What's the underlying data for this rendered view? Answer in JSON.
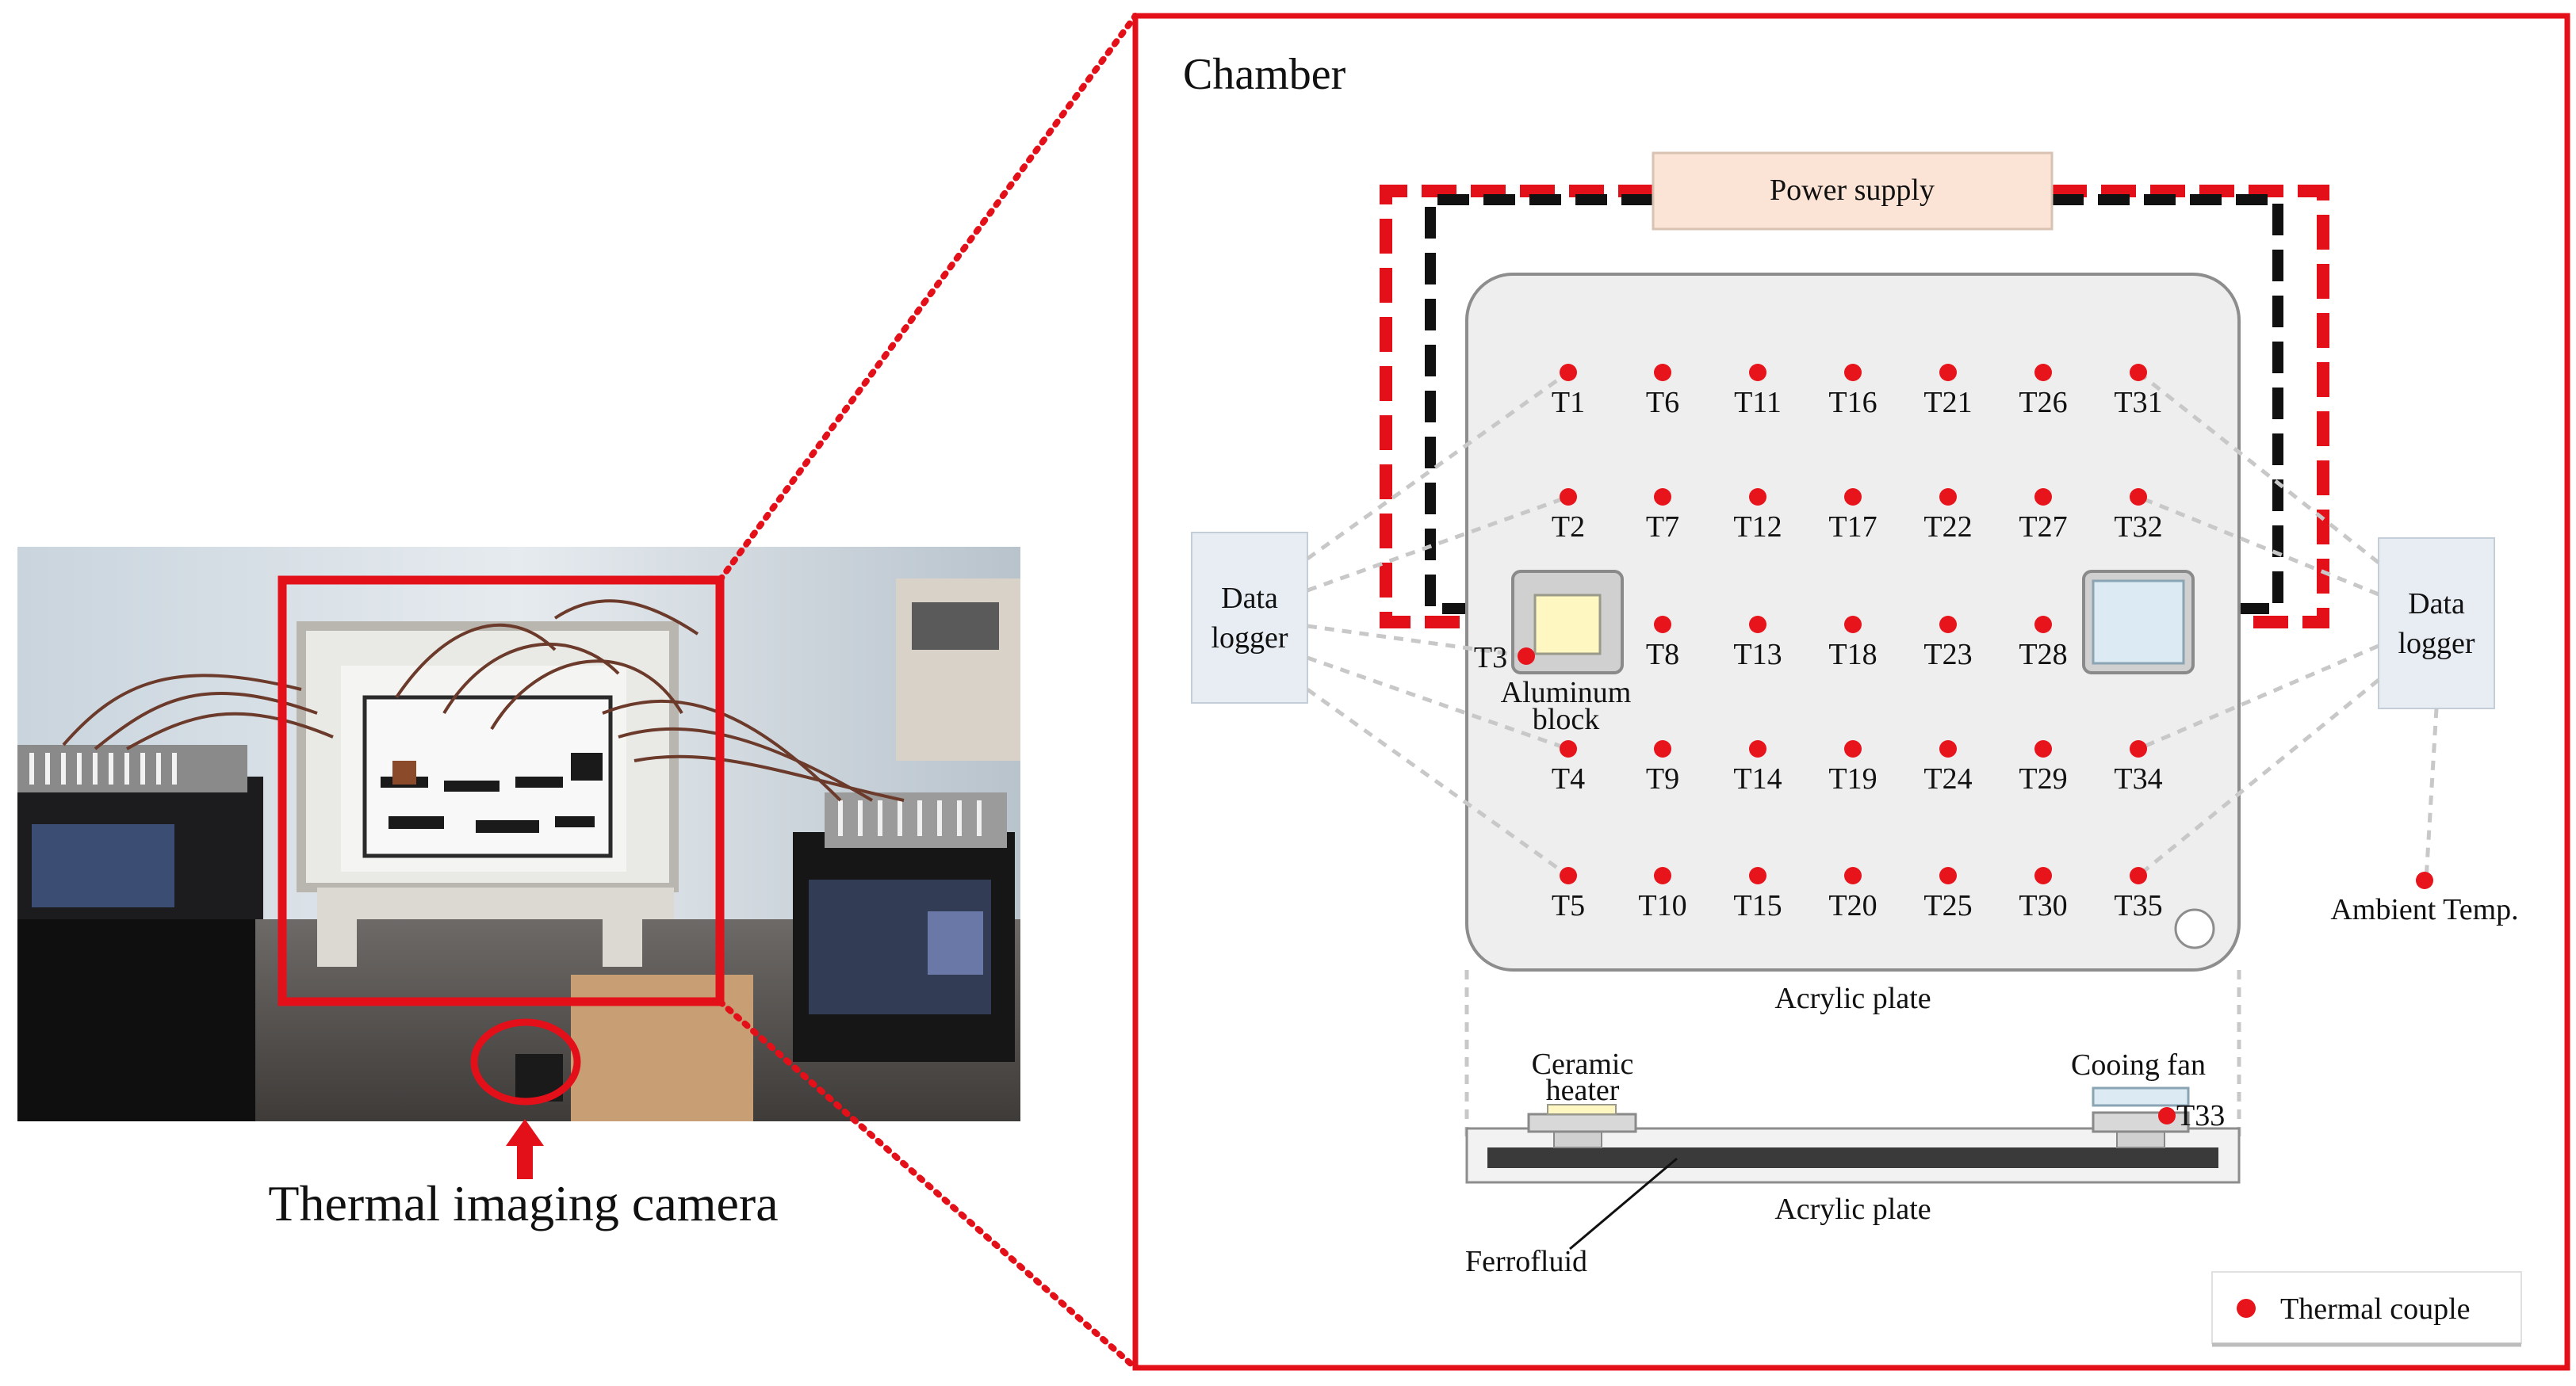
{
  "photo": {
    "caption": "Thermal imaging camera"
  },
  "chamber": {
    "title": "Chamber",
    "power_supply": "Power supply",
    "data_logger_left": [
      "Data",
      "logger"
    ],
    "data_logger_right": [
      "Data",
      "logger"
    ],
    "aluminum_block": [
      "Aluminum",
      "block"
    ],
    "ambient": "Ambient Temp.",
    "acrylic_plate_top": "Acrylic plate",
    "acrylic_plate_bottom": "Acrylic plate",
    "ceramic_heater": [
      "Ceramic",
      "heater"
    ],
    "cooling_fan": "Cooing fan",
    "ferrofluid": "Ferrofluid",
    "t33": "T33",
    "legend": "Thermal couple"
  },
  "sensors": [
    [
      "T1",
      "T6",
      "T11",
      "T16",
      "T21",
      "T26",
      "T31"
    ],
    [
      "T2",
      "T7",
      "T12",
      "T17",
      "T22",
      "T27",
      "T32"
    ],
    [
      "T3",
      "T8",
      "T13",
      "T18",
      "T23",
      "T28",
      ""
    ],
    [
      "T4",
      "T9",
      "T14",
      "T19",
      "T24",
      "T29",
      "T34"
    ],
    [
      "T5",
      "T10",
      "T15",
      "T20",
      "T25",
      "T30",
      "T35"
    ]
  ],
  "colors": {
    "frame_red": "#e3101a",
    "dot_red": "#e8141c",
    "power_fill": "#fbe4d5",
    "plate_fill": "#eeeeee",
    "logger_fill": "#e7edf3",
    "heater_fill": "#fff7c2",
    "fan_fill": "#dbeaf3"
  }
}
